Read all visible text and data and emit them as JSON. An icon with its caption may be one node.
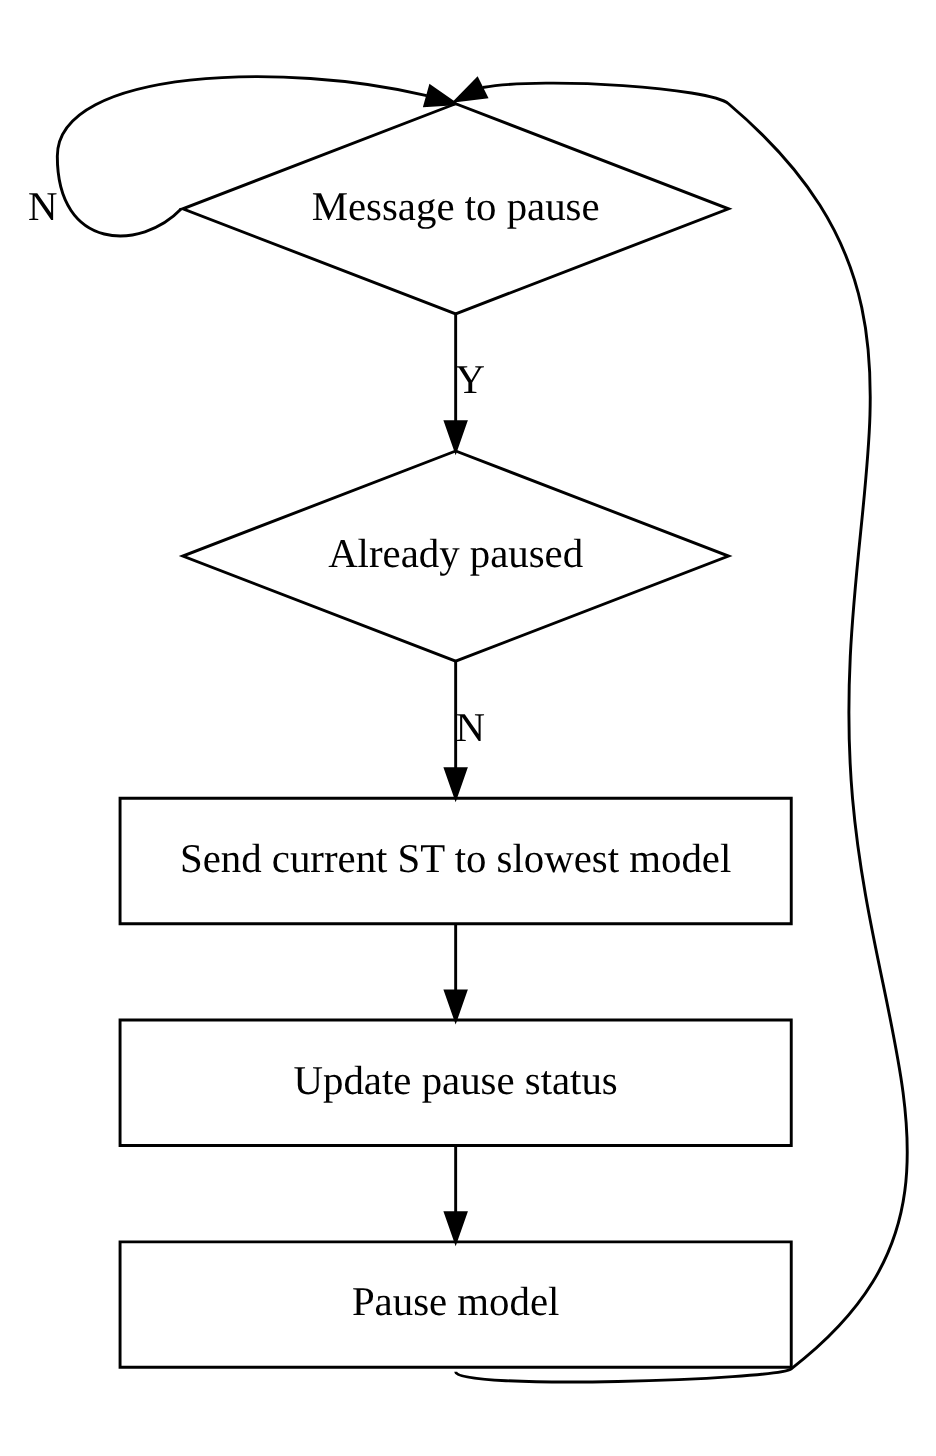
{
  "diagram": {
    "nodes": [
      {
        "text": [
          "Message to pause"
        ]
      },
      {
        "text": [
          "Already paused"
        ]
      },
      {
        "text": [
          "Send current ST to slowest model"
        ]
      },
      {
        "text": [
          "Update pause status"
        ]
      },
      {
        "text": [
          "Pause model"
        ]
      }
    ],
    "edges": [
      {
        "from": 0,
        "to": 0,
        "arrow": "to",
        "label": "N"
      },
      {
        "from": 0,
        "to": 1,
        "arrow": "to",
        "label": "Y"
      },
      {
        "from": 1,
        "to": 2,
        "arrow": "to",
        "label": "N"
      },
      {
        "from": 2,
        "to": 3,
        "arrow": "to"
      },
      {
        "from": 3,
        "to": 4,
        "arrow": "to"
      },
      {
        "from": 4,
        "to": 0,
        "arrow": "to"
      }
    ]
  }
}
